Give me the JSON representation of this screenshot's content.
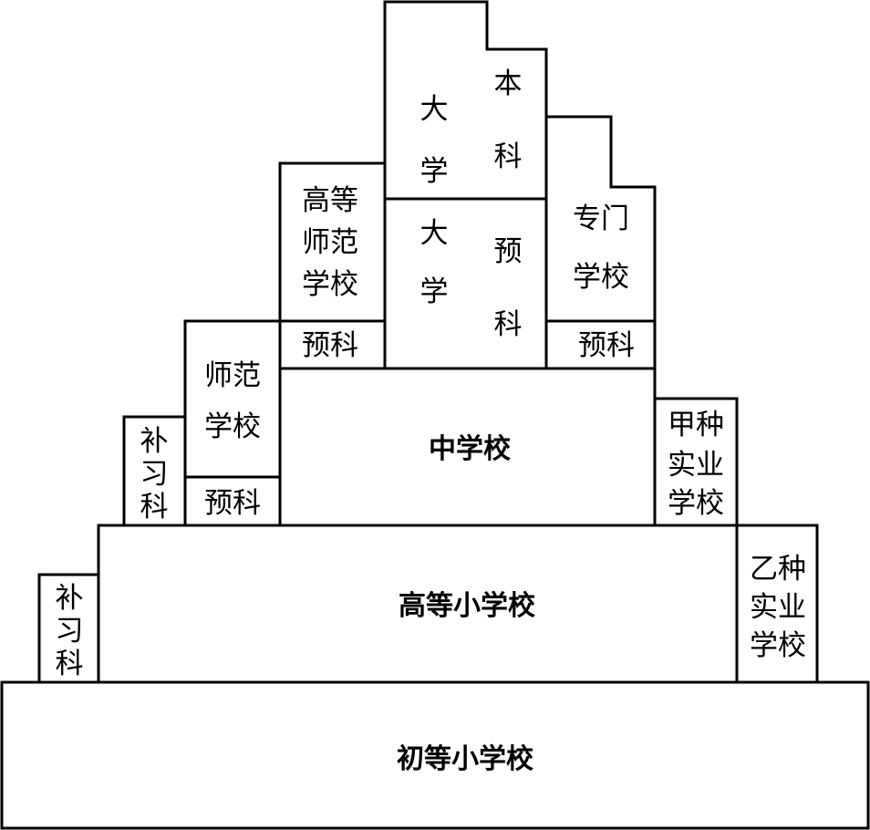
{
  "diagram": {
    "university": {
      "name": "大学",
      "undergraduate": "本科",
      "preparatory": "预科"
    },
    "higher_normal_school": {
      "name": "高等师范学校",
      "lines": [
        "高等",
        "师范",
        "学校"
      ],
      "preparatory": "预科"
    },
    "specialized_school": {
      "lines": [
        "专门",
        "学校"
      ],
      "preparatory": "预科"
    },
    "normal_school": {
      "lines": [
        "师范",
        "学校"
      ],
      "preparatory": "预科"
    },
    "supplementary_upper": {
      "chars": [
        "补",
        "习",
        "科"
      ]
    },
    "middle_school": "中学校",
    "vocational_a": {
      "lines": [
        "甲种",
        "实业",
        "学校"
      ]
    },
    "higher_primary": "高等小学校",
    "supplementary_lower": {
      "chars": [
        "补",
        "习",
        "科"
      ]
    },
    "vocational_b": {
      "lines": [
        "乙种",
        "实业",
        "学校"
      ]
    },
    "lower_primary": "初等小学校"
  }
}
